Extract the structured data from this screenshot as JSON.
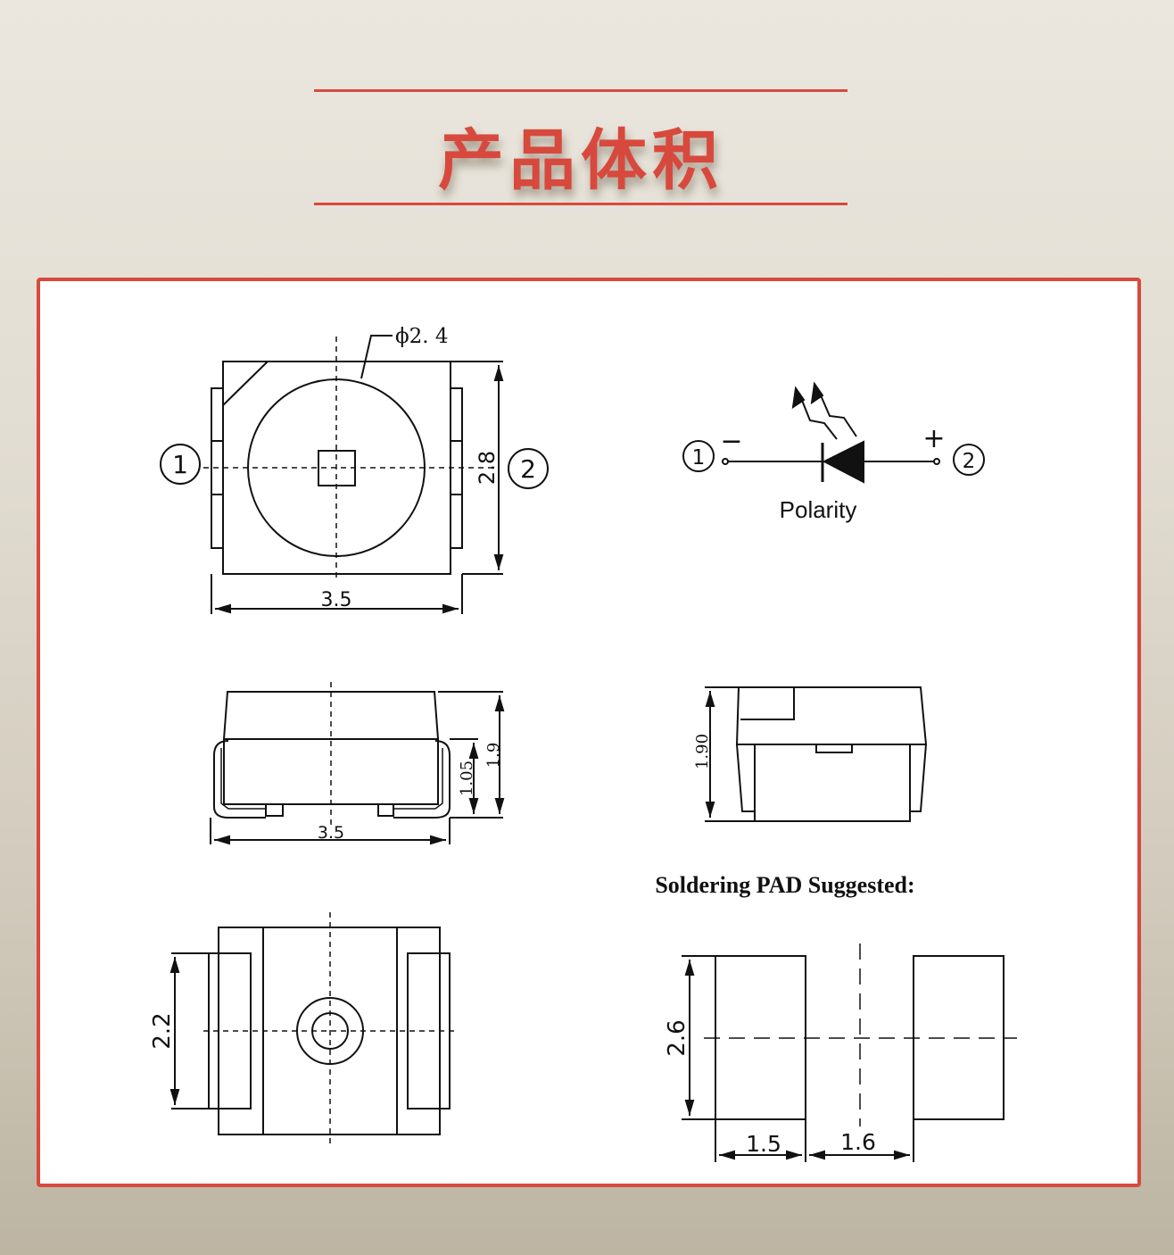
{
  "header": {
    "title": "产品体积"
  },
  "top_view": {
    "phi_label": "ϕ2. 4",
    "pin1_label": "1",
    "pin2_label": "2",
    "height_dim": "2.8",
    "width_dim": "3.5"
  },
  "polarity": {
    "pin1_label": "1",
    "pin2_label": "2",
    "minus_sign": "−",
    "plus_sign": "+",
    "caption": "Polarity"
  },
  "side_view": {
    "width_dim": "3.5",
    "height_dim_inner": "1.05",
    "height_dim_total": "1.9"
  },
  "end_view": {
    "height_dim": "1.90"
  },
  "bottom_view": {
    "height_dim": "2.2"
  },
  "pad": {
    "heading": "Soldering PAD Suggested:",
    "height_dim": "2.6",
    "pad_width_dim": "1.5",
    "gap_dim": "1.6"
  },
  "colors": {
    "accent": "#d8493d",
    "line": "#111111"
  }
}
